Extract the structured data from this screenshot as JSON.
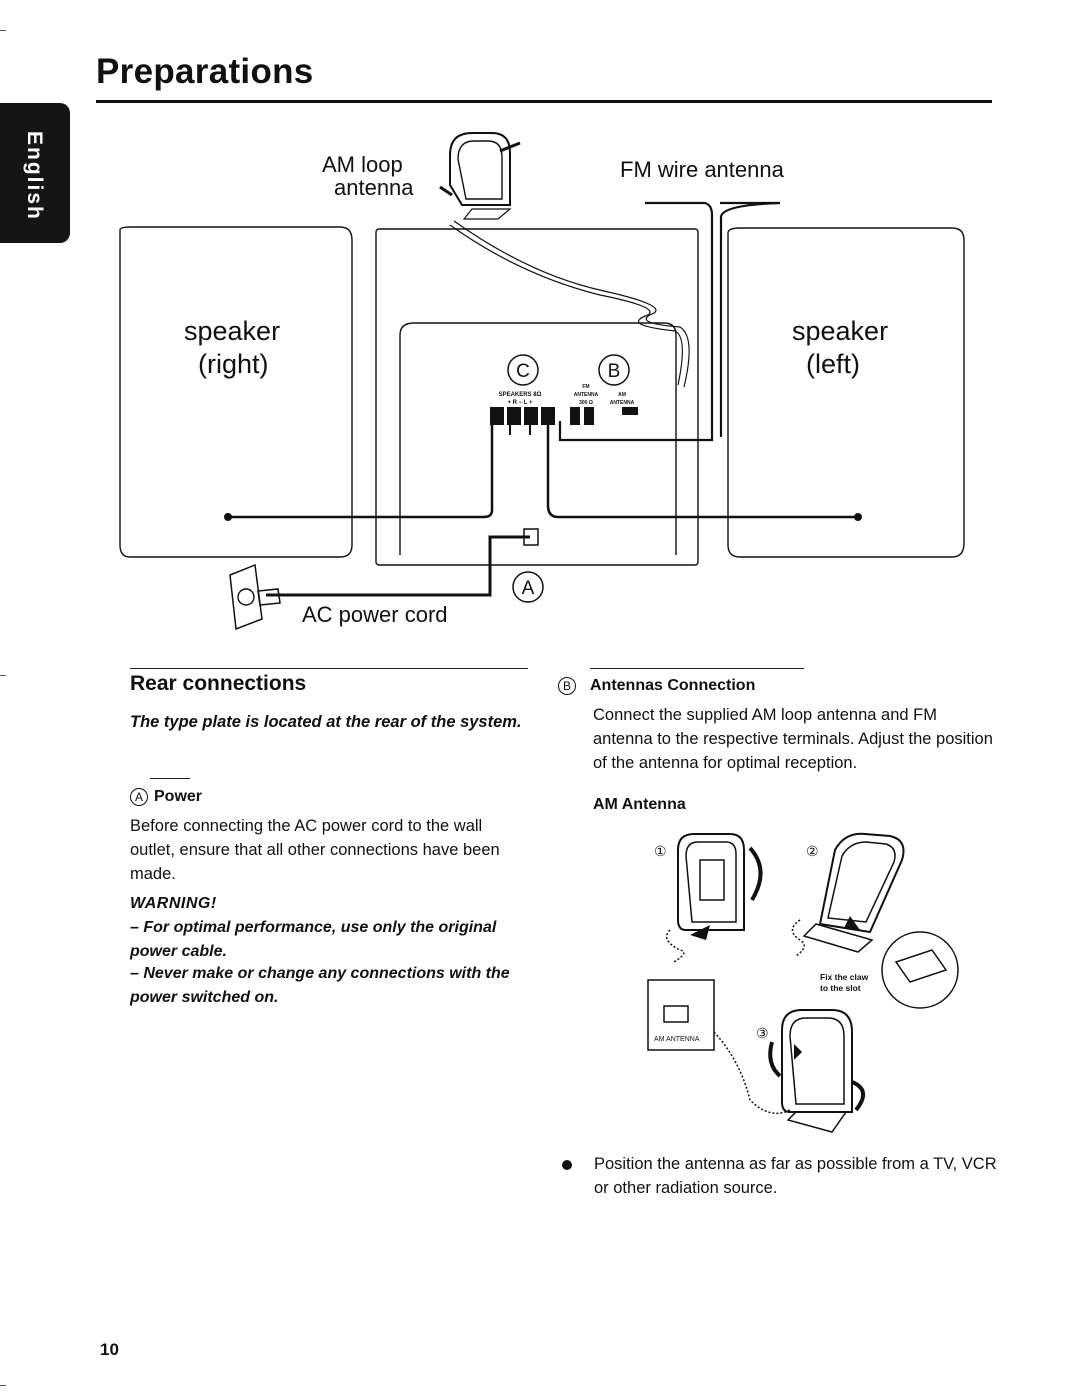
{
  "page": {
    "title": "Preparations",
    "language_tab": "English",
    "page_number": "10"
  },
  "diagram": {
    "am_loop_line1": "AM loop",
    "am_loop_line2": "antenna",
    "fm_wire_antenna": "FM wire antenna",
    "speaker_right_line1": "speaker",
    "speaker_right_line2": "(right)",
    "speaker_left_line1": "speaker",
    "speaker_left_line2": "(left)",
    "ac_power_cord": "AC power cord",
    "marker_a": "A",
    "marker_b": "B",
    "marker_c": "C",
    "plate_speakers": "SPEAKERS 8Ω",
    "plate_polarity": "+ R  −  L +",
    "plate_fm": "FM",
    "plate_fm_antenna": "ANTENNA",
    "plate_ohms": "300 Ω",
    "plate_am": "AM",
    "plate_am_antenna": "ANTENNA"
  },
  "rear": {
    "heading": "Rear connections",
    "note": "The type plate is located at the rear of the system.",
    "power": {
      "marker": "A",
      "heading": "Power",
      "body": "Before connecting the AC power cord to the wall outlet, ensure that all other connections have been made.",
      "warning_heading": "WARNING!",
      "warnings": [
        "–  For optimal performance, use only the original power cable.",
        "–  Never make or change any connections with the power switched on."
      ]
    }
  },
  "antennas": {
    "marker": "B",
    "heading": "Antennas Connection",
    "body": "Connect the supplied AM loop antenna and FM antenna to the respective terminals. Adjust the position of the antenna for optimal reception.",
    "am_heading": "AM Antenna",
    "step1": "①",
    "step2": "②",
    "step3": "③",
    "fix_claw_line1": "Fix the claw",
    "fix_claw_line2": "to the slot",
    "am_antenna_label": "AM ANTENNA",
    "bullet": "Position the antenna as far as possible from a TV, VCR or other radiation source."
  }
}
